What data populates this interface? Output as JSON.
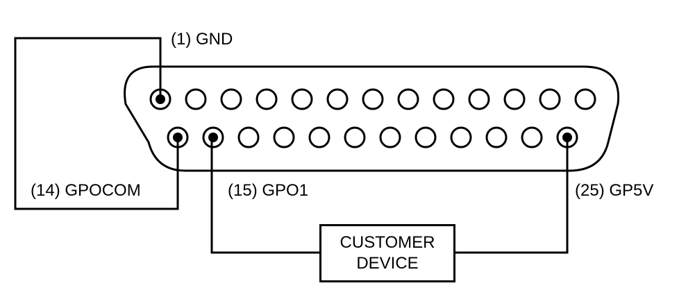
{
  "pins": {
    "gnd": "(1) GND",
    "gpocom": "(14) GPOCOM",
    "gpo1": "(15) GPO1",
    "gp5v": "(25) GP5V"
  },
  "device": {
    "line1": "CUSTOMER",
    "line2": "DEVICE"
  },
  "connector": {
    "top_row_count": 13,
    "bottom_row_count": 12,
    "used_top_pins": [
      1
    ],
    "used_bottom_pins": [
      14,
      15,
      25
    ]
  }
}
